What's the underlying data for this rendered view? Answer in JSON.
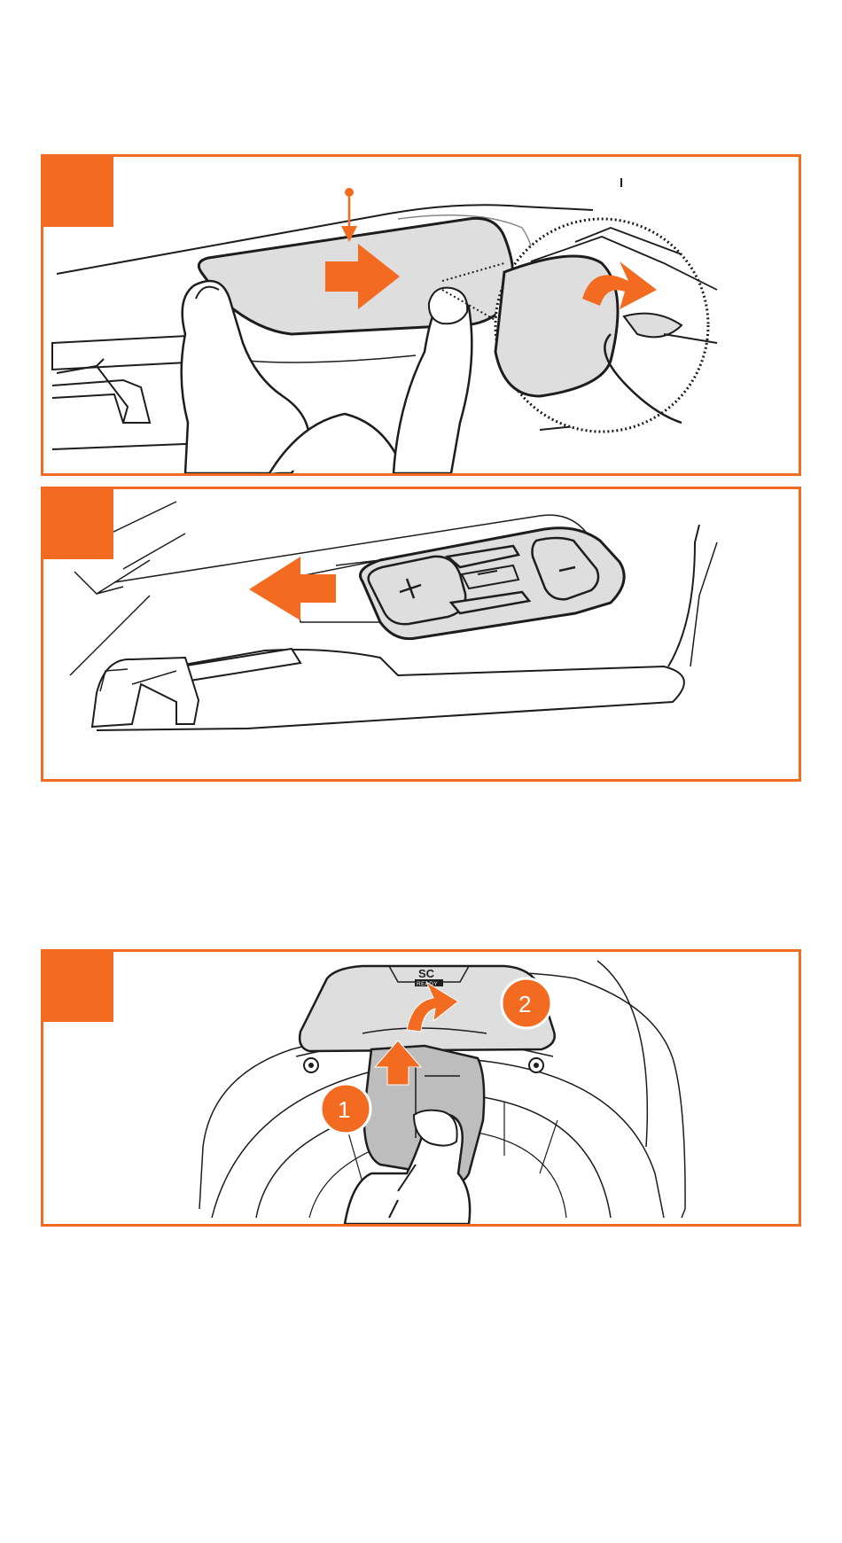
{
  "colors": {
    "accent": "#f26b21",
    "plate": "#dedede",
    "line": "#1d1d1d"
  },
  "panels": [
    {
      "name": "remove-cover",
      "icons": [
        "hand-icon",
        "arrow-right-icon",
        "curved-arrow-icon",
        "magnifier-inset"
      ]
    },
    {
      "name": "remove-unit",
      "icons": [
        "arrow-left-icon",
        "communicator-unit"
      ]
    },
    {
      "name": "remove-internal-plate",
      "label_sc": "SC",
      "label_ready": "READY",
      "badge_1": "1",
      "badge_2": "2"
    }
  ]
}
